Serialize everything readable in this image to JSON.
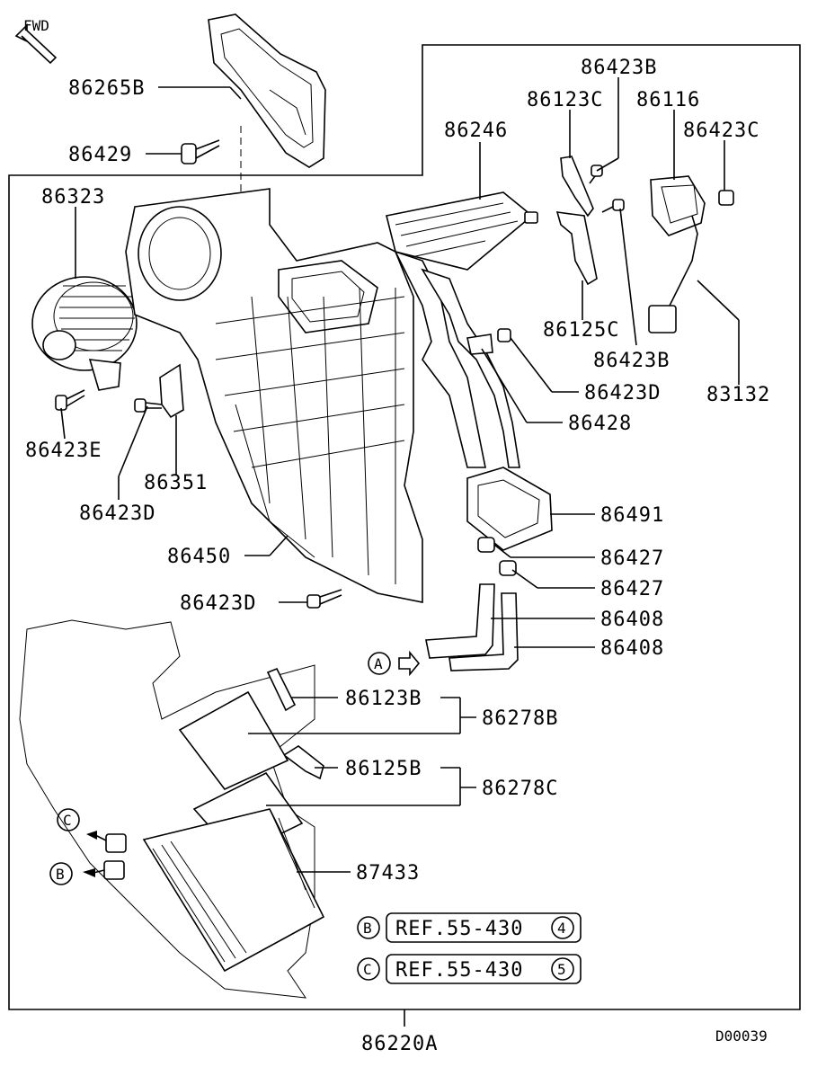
{
  "fwd_label": "FWD",
  "diagram_id": "D00039",
  "assembly_label": "86220A",
  "part_labels": {
    "p86265B": "86265B",
    "p86429": "86429",
    "p86423B_top": "86423B",
    "p86123C": "86123C",
    "p86116": "86116",
    "p86246": "86246",
    "p86423C": "86423C",
    "p86323": "86323",
    "p86125C": "86125C",
    "p86423B_mid": "86423B",
    "p83132": "83132",
    "p86423D_right": "86423D",
    "p86428": "86428",
    "p86423E": "86423E",
    "p86351": "86351",
    "p86423D_left": "86423D",
    "p86491": "86491",
    "p86427_a": "86427",
    "p86427_b": "86427",
    "p86450": "86450",
    "p86423D_bottom": "86423D",
    "p86408_a": "86408",
    "p86408_b": "86408",
    "p86123B": "86123B",
    "p86278B": "86278B",
    "p86125B": "86125B",
    "p86278C": "86278C",
    "p87433": "87433"
  },
  "callouts": {
    "A": "A",
    "B": "B",
    "C": "C"
  },
  "references": [
    {
      "letter": "B",
      "text": "REF.55-430",
      "circled": "4"
    },
    {
      "letter": "C",
      "text": "REF.55-430",
      "circled": "5"
    }
  ]
}
